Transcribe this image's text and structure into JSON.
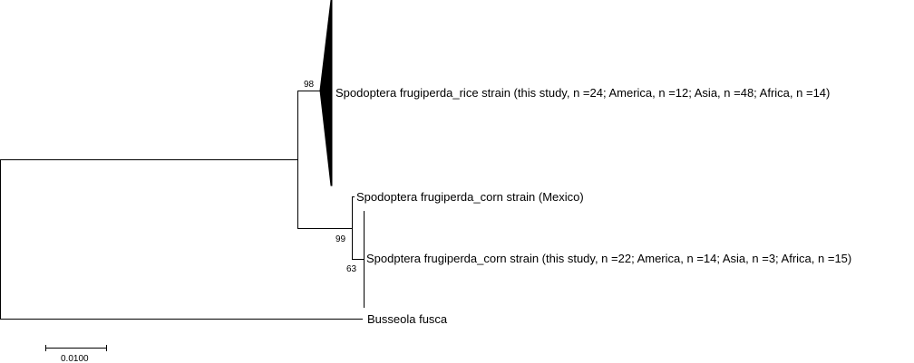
{
  "tree": {
    "taxa": {
      "rice": "Spodoptera frugiperda_rice strain (this study, n =24; America, n =12; Asia, n =48; Africa, n =14)",
      "corn_mexico": "Spodoptera frugiperda_corn strain (Mexico)",
      "corn_study": "Spodptera frugiperda_corn strain (this study, n =22; America, n =14; Asia, n =3; Africa, n =15)",
      "outgroup": "Busseola fusca"
    },
    "support": {
      "rice_clade": "98",
      "corn_clade": "99",
      "corn_subclade": "63"
    },
    "scale_bar": {
      "label": "0.0100"
    }
  }
}
